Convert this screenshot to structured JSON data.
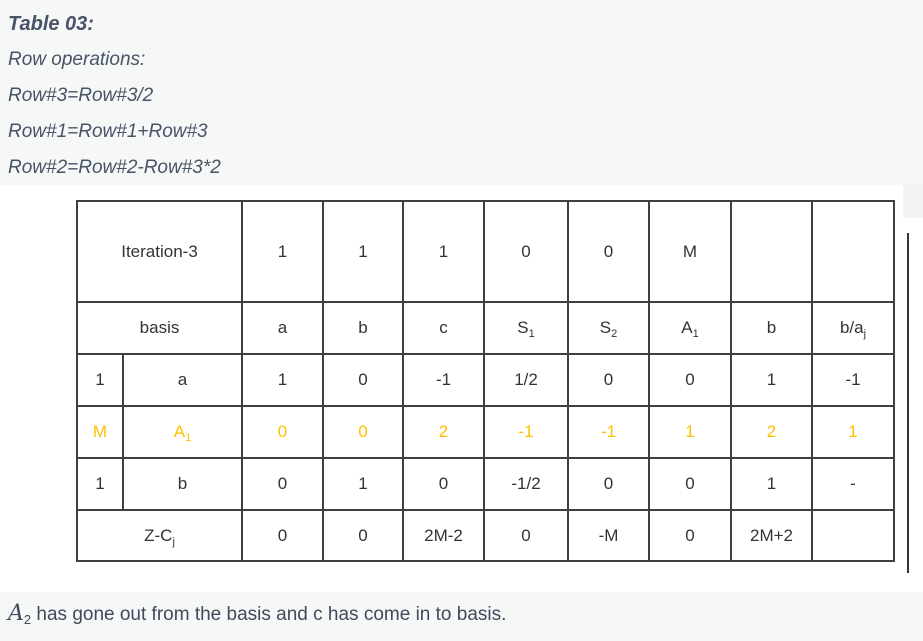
{
  "intro": {
    "title": "Table 03:",
    "lines": [
      "Row operations:",
      "Row#3=Row#3/2",
      "Row#1=Row#1+Row#3",
      "Row#2=Row#2-Row#3*2"
    ]
  },
  "colors": {
    "accent_red": "#ee372e",
    "accent_blue": "#3c6aa6",
    "accent_green": "#00b050",
    "accent_orange": "#ffc000",
    "text_dark": "#333333"
  },
  "table": {
    "iteration_label": "Iteration-3",
    "cj_values": [
      "1",
      "1",
      "1",
      "0",
      "0",
      "M",
      "",
      ""
    ],
    "basis_label": "basis",
    "col_headers": [
      {
        "t": "a",
        "sub": ""
      },
      {
        "t": "b",
        "sub": ""
      },
      {
        "t": "c",
        "sub": ""
      },
      {
        "t": "S",
        "sub": "1"
      },
      {
        "t": "S",
        "sub": "2"
      },
      {
        "t": "A",
        "sub": "1"
      },
      {
        "t": "b",
        "sub": ""
      },
      {
        "t": "b/a",
        "sub": "j"
      }
    ],
    "rows": [
      {
        "coef": "1",
        "basis": {
          "t": "a",
          "sub": ""
        },
        "cells": [
          "1",
          "0",
          "-1",
          "1/2",
          "0",
          "0",
          "1",
          "-1"
        ]
      },
      {
        "coef": "M",
        "basis": {
          "t": "A",
          "sub": "1"
        },
        "cells": [
          "0",
          "0",
          "2",
          "-1",
          "-1",
          "1",
          "2",
          "1"
        ]
      },
      {
        "coef": "1",
        "basis": {
          "t": "b",
          "sub": ""
        },
        "cells": [
          "0",
          "1",
          "0",
          "-1/2",
          "0",
          "0",
          "1",
          "-"
        ]
      }
    ],
    "zrow": {
      "label": {
        "t": "Z-C",
        "sub": "j"
      },
      "cells": [
        "0",
        "0",
        "2M-2",
        "0",
        "-M",
        "0",
        "2M+2",
        ""
      ]
    }
  },
  "footer": {
    "var": "A",
    "var_sub": "2",
    "text": " has gone out from the basis and c has come in to basis."
  }
}
